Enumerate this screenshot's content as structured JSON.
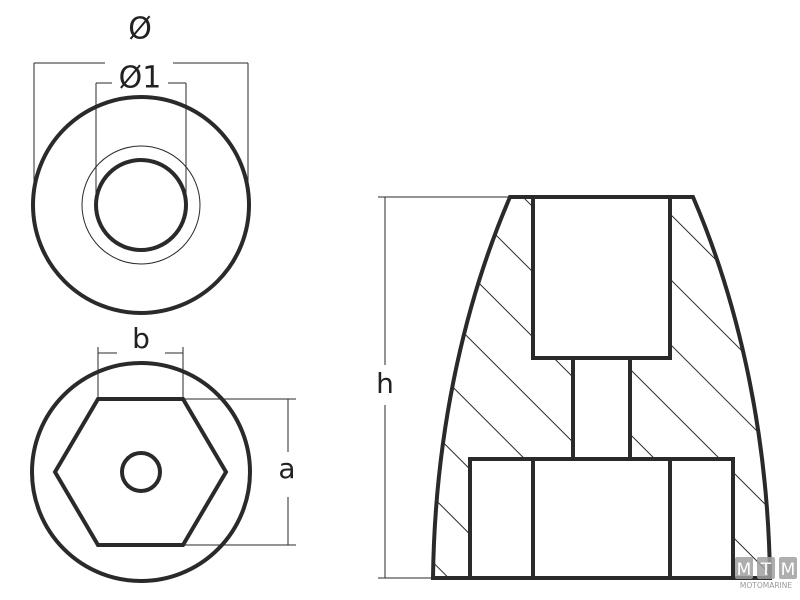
{
  "labels": {
    "outer_diameter": "Ø",
    "inner_diameter": "Ø1",
    "hex_flat": "b",
    "hex_across": "a",
    "height": "h"
  },
  "logo": {
    "letters": [
      "M",
      "T",
      "M"
    ],
    "name": "MOTOMARINE"
  },
  "colors": {
    "line": "#2a2a2a",
    "logo_box": "#9a9a9a"
  }
}
